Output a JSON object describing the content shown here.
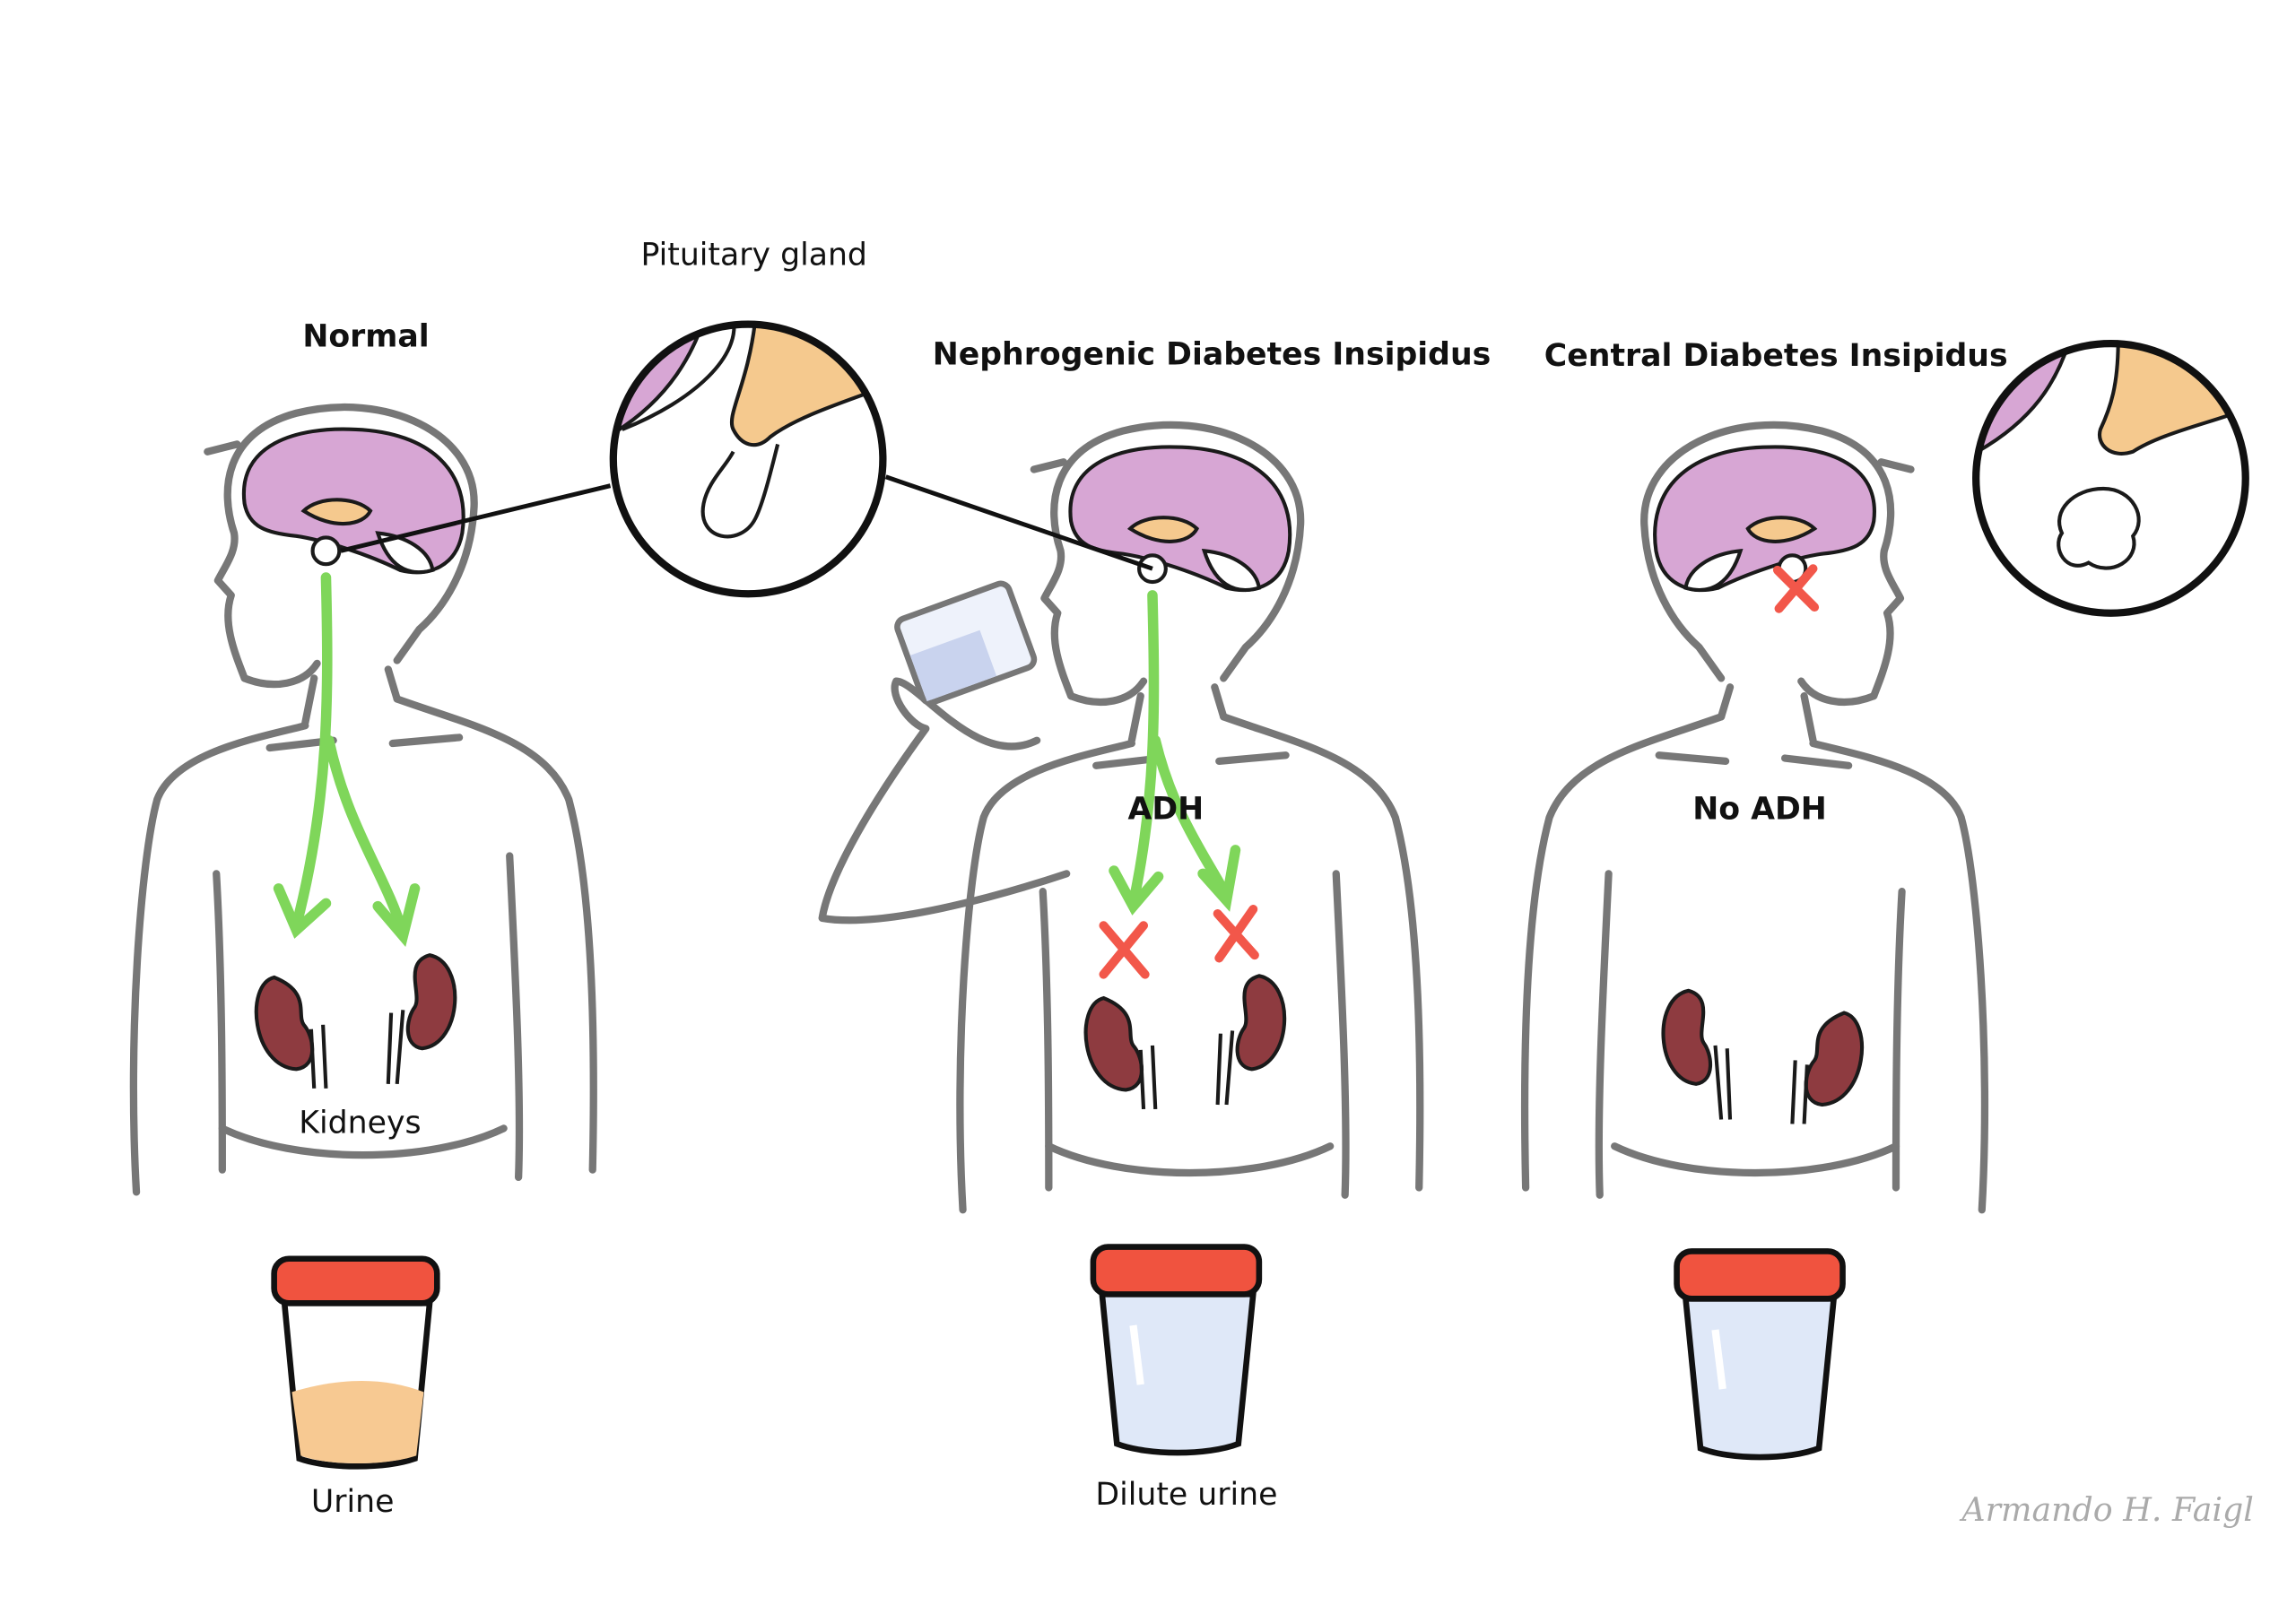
{
  "labels": {
    "pituitary": "Pituitary gland",
    "normal": "Normal",
    "nephrogenic": "Nephrogenic Diabetes Insipidus",
    "central": "Central Diabetes Insipidus",
    "adh": "ADH",
    "no_adh": "No ADH",
    "kidneys": "Kidneys",
    "urine": "Urine",
    "dilute_urine": "Dilute urine"
  },
  "signature": "Armando H. Faigl",
  "colors": {
    "brain": "#d7a6d4",
    "hypothalamus": "#f5c98e",
    "arrow": "#7fd65a",
    "kidney": "#8e3b40",
    "cross": "#f2574a",
    "lid": "#f0533f",
    "urine": "#f7c992",
    "dilute": "#dfe8f8"
  }
}
